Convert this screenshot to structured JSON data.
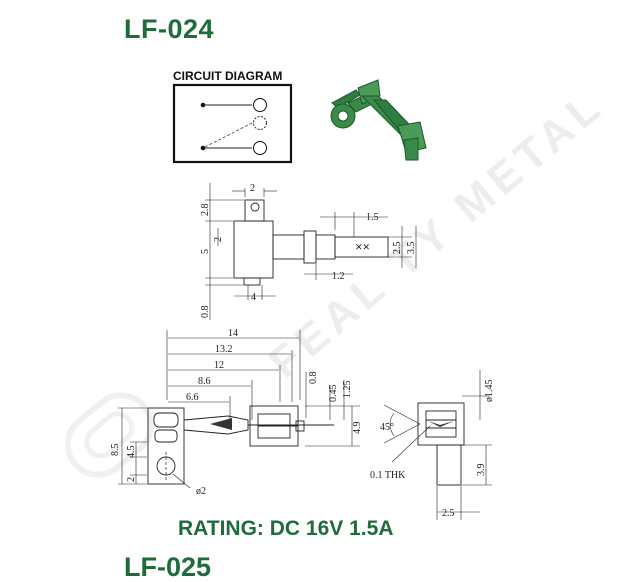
{
  "header": {
    "part_number": "LF-024"
  },
  "circuit_diagram": {
    "title": "CIRCUIT DIAGRAM"
  },
  "watermark": {
    "text": "FEAL TY METAL"
  },
  "top_view": {
    "dims": {
      "d_2": "2",
      "d_2_8": "2.8",
      "d_2_left": "2",
      "d_5": "5",
      "d_0_8": "0.8",
      "d_4": "4",
      "d_1_5": "1.5",
      "d_1_2": "1.2",
      "d_2_5": "2.5",
      "d_3_5": "3.5"
    }
  },
  "side_view": {
    "dims": {
      "d_14": "14",
      "d_13_2": "13.2",
      "d_12": "12",
      "d_8_6": "8.6",
      "d_6_6": "6.6",
      "d_0_8": "0.8",
      "d_0_45": "0.45",
      "d_1_25": "1.25",
      "d_4_9": "4.9",
      "d_8_5": "8.5",
      "d_4_5": "4.5",
      "d_2": "2",
      "d_phi2": "ø2"
    }
  },
  "end_view": {
    "dims": {
      "d_phi1_45": "ø1.45",
      "d_45deg": "45°",
      "d_0_1thk": "0.1 THK",
      "d_3_9": "3.9",
      "d_2_5": "2.5"
    }
  },
  "rating": {
    "text": "RATING: DC 16V 1.5A"
  },
  "next_part": {
    "part_number": "LF-025"
  },
  "colors": {
    "brand_green": "#1f6b3a",
    "part_green": "#3a8a4a"
  }
}
